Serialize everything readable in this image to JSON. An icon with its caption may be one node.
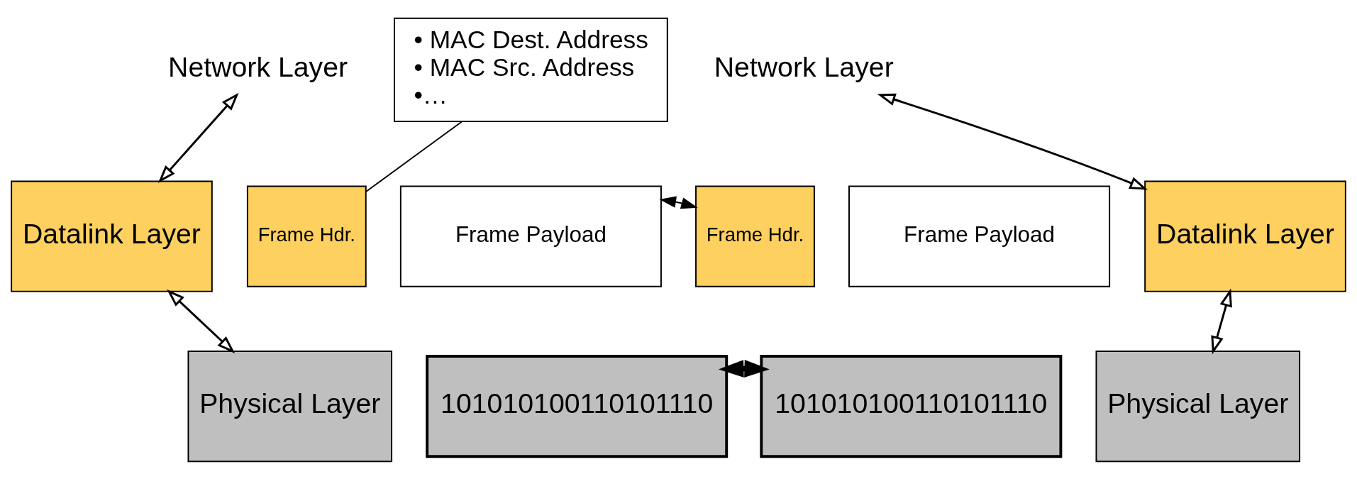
{
  "diagram": {
    "nodes": [
      {
        "text": [
          "Network Layer"
        ]
      },
      {
        "text": [
          "Datalink Layer"
        ]
      },
      {
        "text": [
          "Physical Layer"
        ]
      },
      {
        "text": [
          "• MAC Dest. Address",
          "• MAC Src. Address",
          "•…"
        ]
      },
      {
        "text": [
          "Frame Hdr."
        ]
      },
      {
        "text": [
          "Frame Payload"
        ]
      },
      {
        "text": [
          "Frame Hdr."
        ]
      },
      {
        "text": [
          "Frame Payload"
        ]
      },
      {
        "text": [
          "101010100110101110"
        ]
      },
      {
        "text": [
          "101010100110101110"
        ]
      },
      {
        "text": [
          "Network Layer"
        ]
      },
      {
        "text": [
          "Datalink Layer"
        ]
      },
      {
        "text": [
          "Physical Layer"
        ]
      }
    ],
    "edges": [
      {
        "from": 0,
        "to": 1,
        "arrow": "both"
      },
      {
        "from": 1,
        "to": 2,
        "arrow": "both"
      },
      {
        "from": 3,
        "to": 4,
        "arrow": "none"
      },
      {
        "from": 5,
        "to": 6,
        "arrow": "both",
        "style": "dashed"
      },
      {
        "from": 8,
        "to": 9,
        "arrow": "both",
        "style": "thick"
      },
      {
        "from": 10,
        "to": 11,
        "arrow": "both"
      },
      {
        "from": 11,
        "to": 12,
        "arrow": "both"
      }
    ]
  }
}
